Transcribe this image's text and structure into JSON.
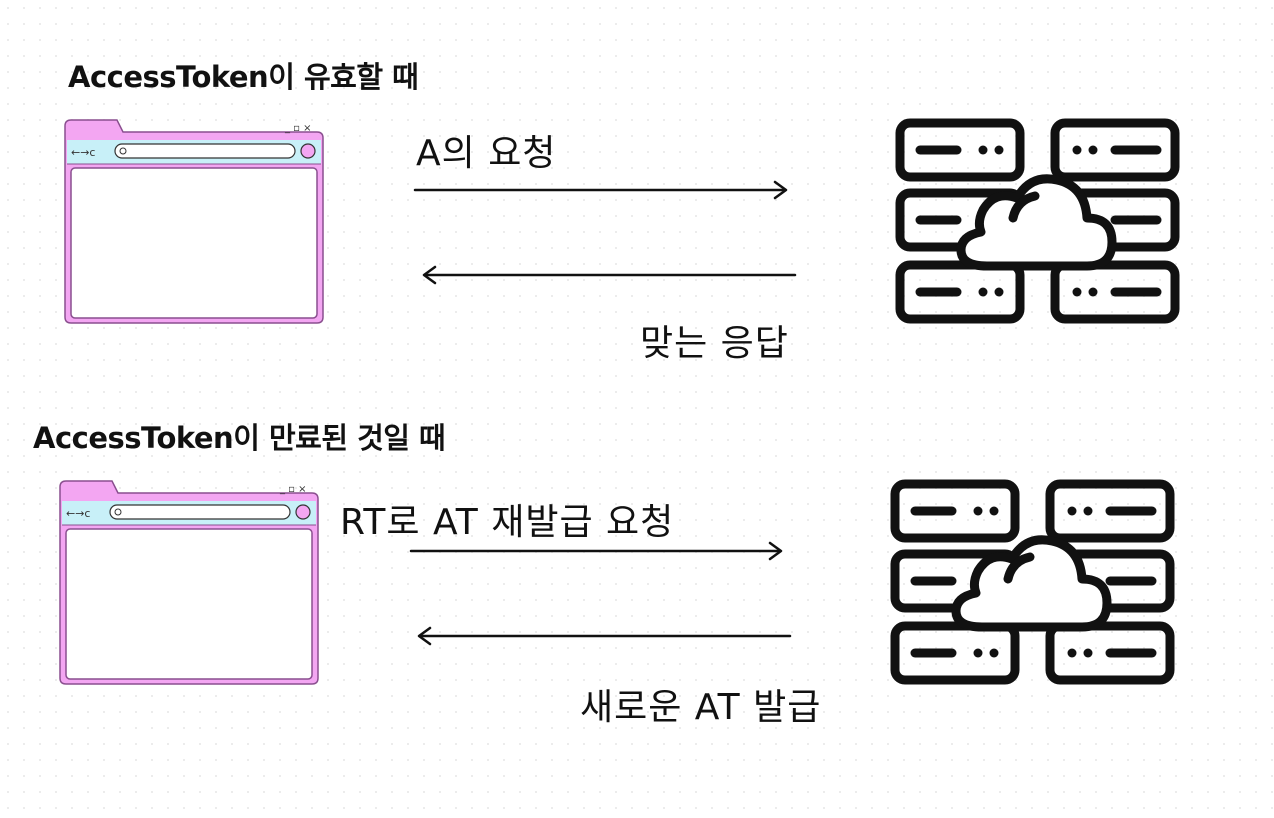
{
  "scenes": [
    {
      "heading": "AccessToken이 유효할  때",
      "request_label": "A의 요청",
      "response_label": "맞는 응답"
    },
    {
      "heading": "AccessToken이 만료된 것일 때",
      "request_label": "RT로 AT 재발급 요청",
      "response_label": "새로운 AT 발급"
    }
  ],
  "icons": {
    "client": "browser-window-icon",
    "server": "cloud-server-icon"
  },
  "colors": {
    "browser_frame": "#f3a6f2",
    "browser_toolbar": "#c8f0f8",
    "browser_border": "#8a4f8f",
    "browser_body": "#ffffff",
    "ink": "#111111"
  }
}
